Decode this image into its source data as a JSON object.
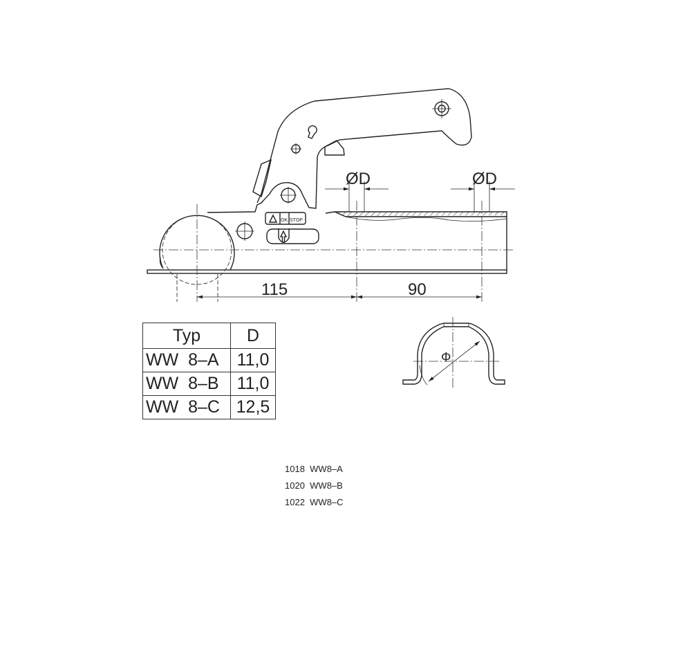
{
  "drawing": {
    "dimensions": {
      "dim_left": "115",
      "dim_right": "90",
      "diameter_left": "ØD",
      "diameter_right": "ØD",
      "section_diameter": "Φ"
    },
    "label_panel": {
      "ok": "OK",
      "stop": "STOP"
    }
  },
  "table": {
    "headers": [
      "Typ",
      "D"
    ],
    "rows": [
      {
        "typ": "WW  8–A",
        "d": "11,0"
      },
      {
        "typ": "WW  8–B",
        "d": "11,0"
      },
      {
        "typ": "WW  8–C",
        "d": "12,5"
      }
    ]
  },
  "codes": [
    {
      "number": "1018",
      "type": "WW8–A"
    },
    {
      "number": "1020",
      "type": "WW8–B"
    },
    {
      "number": "1022",
      "type": "WW8–C"
    }
  ]
}
